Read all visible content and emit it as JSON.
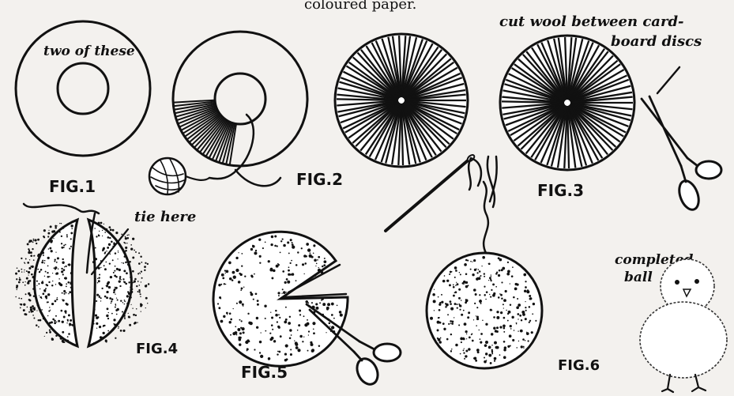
{
  "header_text": "coloured paper.",
  "figures": [
    {
      "label": "FIG.1",
      "note": "two of these"
    },
    {
      "label": "FIG.2"
    },
    {
      "label": "FIG.3",
      "note_line1": "cut wool between card-",
      "note_line2": "board discs"
    },
    {
      "label": "FIG.4",
      "note": "tie here"
    },
    {
      "label": "FIG.5"
    },
    {
      "label": "FIG.6"
    }
  ],
  "completed": {
    "line1": "completed",
    "line2": "ball"
  }
}
